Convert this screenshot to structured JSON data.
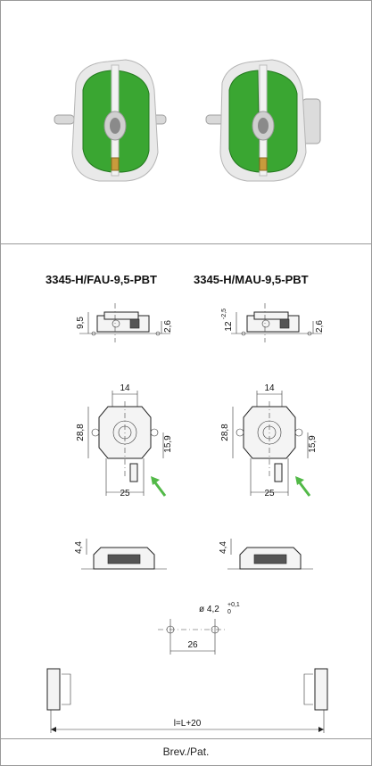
{
  "left_model": "3345-H/FAU-9,5-PBT",
  "right_model": "3345-H/MAU-9,5-PBT",
  "dims": {
    "height_total": "9,5",
    "height_top": "2,6",
    "height_12": "12",
    "height_sup": "-2,5",
    "width_14": "14",
    "height_288": "28,8",
    "height_159": "15,9",
    "width_25": "25",
    "height_44": "4,4",
    "hole_dia": "ø 4,2",
    "hole_tol_plus": "+0,1",
    "hole_tol_minus": "0",
    "spacing_26": "26",
    "length": "l=L+20"
  },
  "footer": "Brev./Pat.",
  "colors": {
    "green": "#3aa632",
    "green_dark": "#23791e",
    "arrow_green": "#52b947"
  }
}
